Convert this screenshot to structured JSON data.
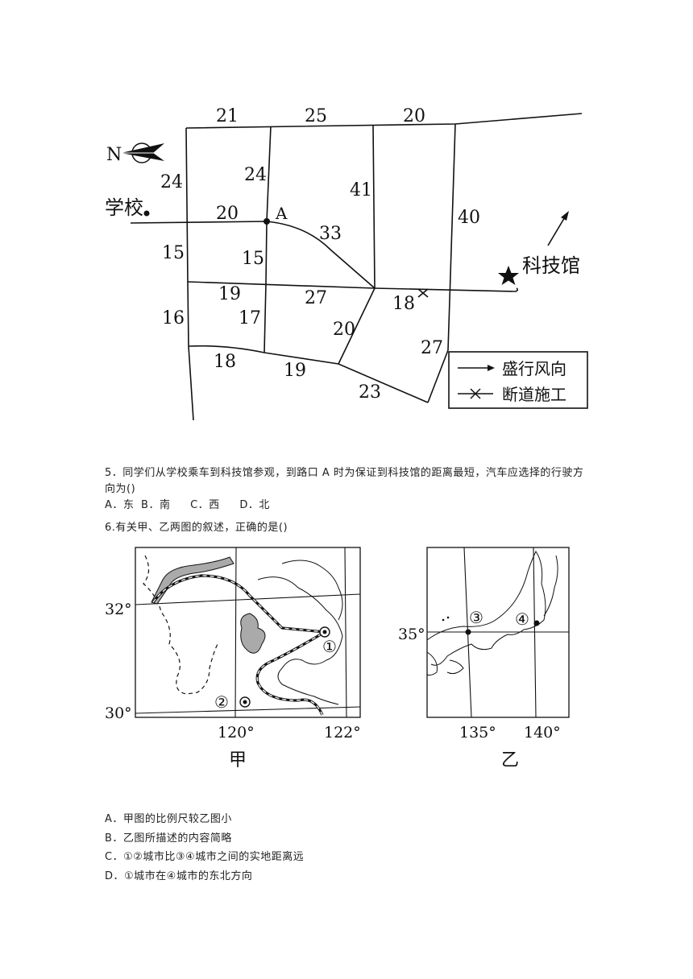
{
  "map1": {
    "north_label": "N",
    "school_label": "学校",
    "museum_label": "科技馆",
    "point_a_label": "A",
    "road_lengths": {
      "top_left": "21",
      "top_mid": "25",
      "top_right": "20",
      "west_upper": "24",
      "col2_upper": "24",
      "mid_col": "41",
      "east_col": "40",
      "row_a_left": "20",
      "diag": "33",
      "west_mid": "15",
      "col2_mid": "15",
      "row_mid_left": "19",
      "row_mid_mid": "27",
      "row_mid_right": "18",
      "west_low": "16",
      "col2_low": "17",
      "diag2": "20",
      "east_low": "27",
      "bottom_left": "18",
      "bottom_mid": "19",
      "bottom_right": "23"
    },
    "legend": {
      "wind": "盛行风向",
      "construction": "断道施工"
    }
  },
  "question5": {
    "text": "5．同学们从学校乘车到科技馆参观，到路口 A 时为保证到科技馆的距离最短，汽车应选择的行驶方向为()",
    "options": [
      "A．东",
      "B．南",
      "C．西",
      "D．北"
    ]
  },
  "question6": {
    "text": "6.有关甲、乙两图的叙述，正确的是()",
    "options": [
      "A．甲图的比例尺较乙图小",
      "B．乙图所描述的内容简略",
      "C．①②城市比③④城市之间的实地距离远",
      "D．①城市在④城市的东北方向"
    ]
  },
  "map_jia": {
    "caption": "甲",
    "lat_labels": [
      "32°",
      "30°"
    ],
    "lon_labels": [
      "120°",
      "122°"
    ],
    "city1": "①",
    "city2": "②"
  },
  "map_yi": {
    "caption": "乙",
    "lat_label": "35°",
    "lon_labels": [
      "135°",
      "140°"
    ],
    "city3": "③",
    "city4": "④"
  }
}
